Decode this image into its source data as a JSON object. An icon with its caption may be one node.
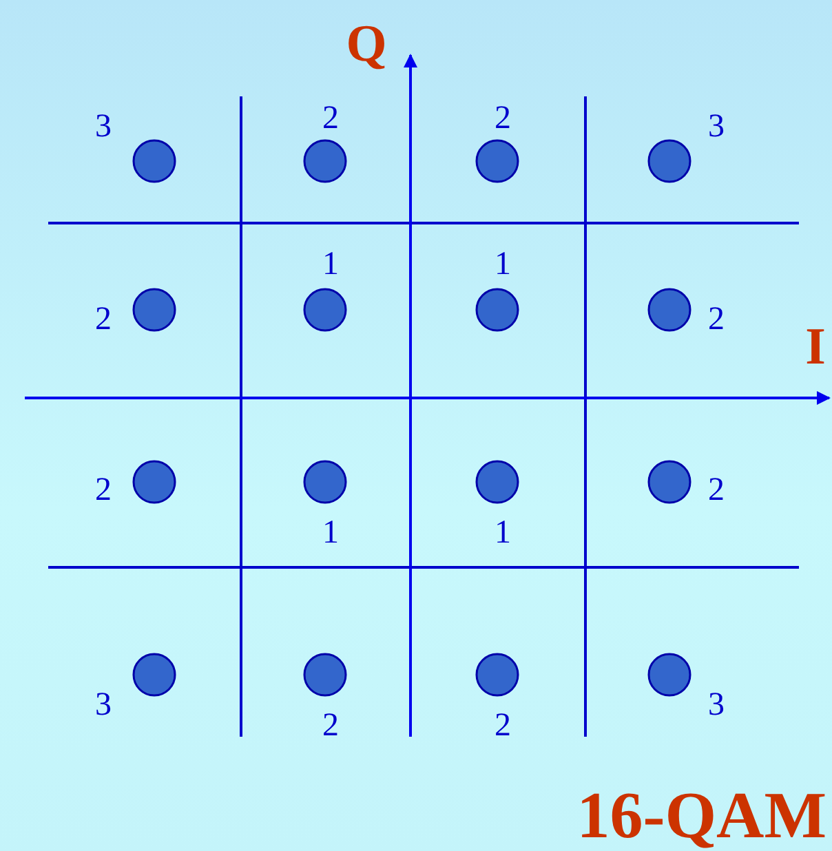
{
  "diagram": {
    "title": "16-QAM",
    "labels": [
      "Q",
      "3",
      "2",
      "2",
      "3",
      "1",
      "1",
      "2",
      "2",
      "I",
      "2",
      "2",
      "1",
      "1",
      "3",
      "2",
      "2",
      "3"
    ]
  }
}
